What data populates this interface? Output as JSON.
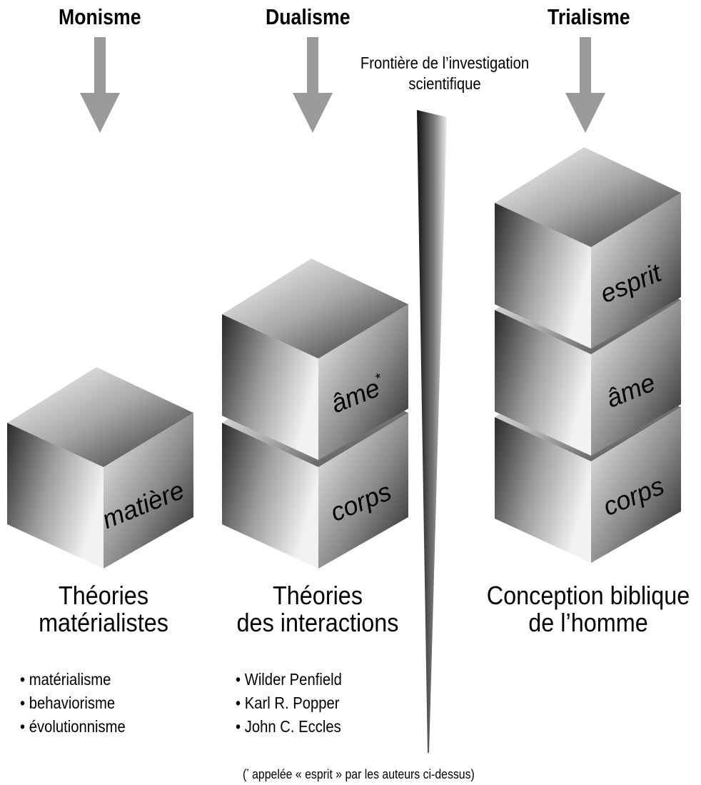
{
  "columns": [
    {
      "title": "Monisme",
      "blocks": [
        "matière"
      ],
      "heading_line1": "Théories",
      "heading_line2": "matérialistes",
      "bullets": [
        "• matérialisme",
        "• behaviorisme",
        "• évolutionnisme"
      ]
    },
    {
      "title": "Dualisme",
      "blocks": [
        "âme",
        "corps"
      ],
      "heading_line1": "Théories",
      "heading_line2": "des interactions",
      "bullets": [
        "• Wilder Penfield",
        "• Karl R. Popper",
        "• John C. Eccles"
      ]
    },
    {
      "title": "Trialisme",
      "blocks": [
        "esprit",
        "âme",
        "corps"
      ],
      "heading_line1": "Conception biblique",
      "heading_line2": "de l’homme",
      "bullets": []
    }
  ],
  "frontier_label_line1": "Frontière de l’investigation",
  "frontier_label_line2": "scientifique",
  "asterisk": "*",
  "footnote": {
    "open": "(",
    "star": "*",
    "text": " appelée « esprit » par les auteurs ci-dessus)"
  },
  "colors": {
    "arrow": "#9a9a9a",
    "cube_dark": "#1e1e1e",
    "cube_light": "#ffffff"
  }
}
